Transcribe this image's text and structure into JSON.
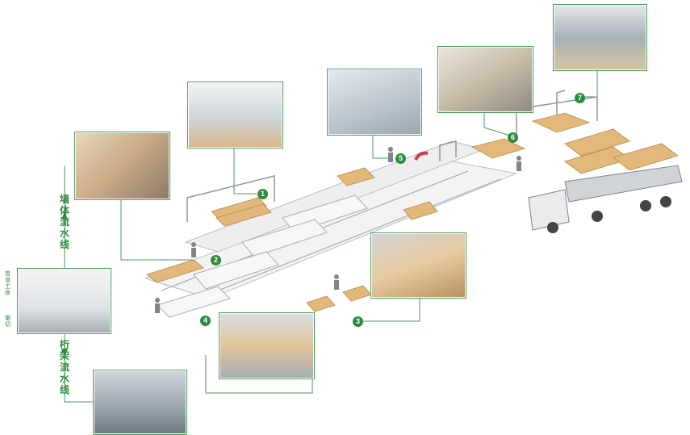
{
  "labels": {
    "wall_line": "墙体流水线",
    "truss_line": "桁架流水线",
    "first_step": "首道工序",
    "saw_cut": "锯切"
  },
  "steps": [
    "1",
    "2",
    "3",
    "4",
    "5",
    "6",
    "7"
  ],
  "colors": {
    "accent": "#2e8b3e",
    "frame": "#4a9a5a",
    "wood": "#e2b97a",
    "steel": "#c9ced3"
  }
}
